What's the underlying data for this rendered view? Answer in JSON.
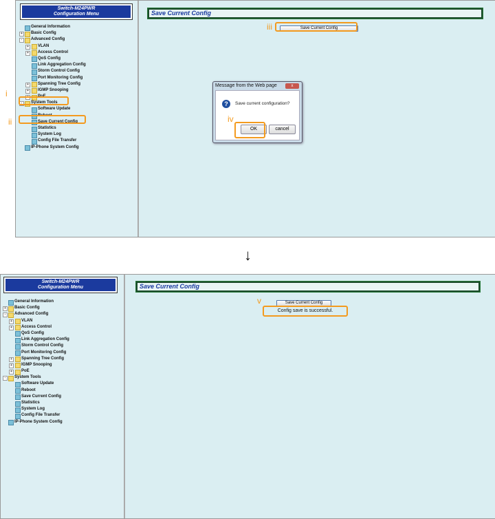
{
  "menu_header": {
    "line1": "Switch-M24PWR",
    "line2": "Configuration Menu"
  },
  "menu_items": [
    {
      "label": "General Information",
      "level": 0,
      "icon": "doc",
      "exp": ""
    },
    {
      "label": "Basic Config",
      "level": 0,
      "icon": "folder",
      "exp": "+"
    },
    {
      "label": "Advanced Config",
      "level": 0,
      "icon": "folder",
      "exp": "-"
    },
    {
      "label": "VLAN",
      "level": 1,
      "icon": "folder",
      "exp": "+"
    },
    {
      "label": "Access Control",
      "level": 1,
      "icon": "folder",
      "exp": "+"
    },
    {
      "label": "QoS Config",
      "level": 1,
      "icon": "doc",
      "exp": ""
    },
    {
      "label": "Link Aggregation Config",
      "level": 1,
      "icon": "doc",
      "exp": ""
    },
    {
      "label": "Storm Control Config",
      "level": 1,
      "icon": "doc",
      "exp": ""
    },
    {
      "label": "Port Monitoring Config",
      "level": 1,
      "icon": "doc",
      "exp": ""
    },
    {
      "label": "Spanning Tree Config",
      "level": 1,
      "icon": "folder",
      "exp": "+"
    },
    {
      "label": "IGMP Snooping",
      "level": 1,
      "icon": "folder",
      "exp": "+"
    },
    {
      "label": "PoE",
      "level": 1,
      "icon": "folder",
      "exp": "+"
    },
    {
      "label": "System Tools",
      "level": 0,
      "icon": "folder",
      "exp": "-"
    },
    {
      "label": "Software Update",
      "level": 1,
      "icon": "doc",
      "exp": ""
    },
    {
      "label": "Reboot",
      "level": 1,
      "icon": "doc",
      "exp": ""
    },
    {
      "label": "Save Current Config",
      "level": 1,
      "icon": "doc",
      "exp": ""
    },
    {
      "label": "Statistics",
      "level": 1,
      "icon": "doc",
      "exp": ""
    },
    {
      "label": "System Log",
      "level": 1,
      "icon": "doc",
      "exp": ""
    },
    {
      "label": "Config File Transfer",
      "level": 1,
      "icon": "doc",
      "exp": ""
    },
    {
      "label": "IP-Phone System Config",
      "level": 0,
      "icon": "doc",
      "exp": ""
    }
  ],
  "page_title": "Save Current Config",
  "save_button": "Save Current Config",
  "dialog": {
    "title": "Message from the Web page",
    "close": "x",
    "icon": "?",
    "message": "Save current configuration?",
    "ok": "OK",
    "cancel": "cancel"
  },
  "success_message": "Config save is successful.",
  "step_marks": {
    "i": "i",
    "ii": "ii",
    "iii": "iii",
    "iv": "iv",
    "v": "v"
  },
  "arrow": "↓",
  "accent": "#f39a1e"
}
